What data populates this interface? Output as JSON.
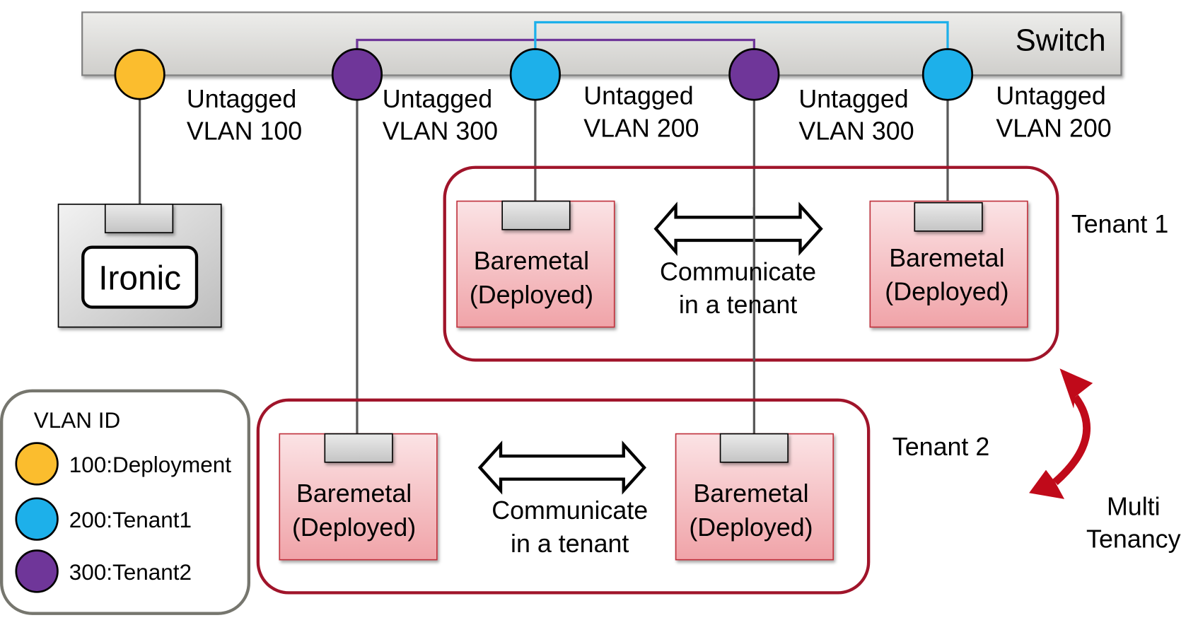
{
  "switch": {
    "label": "Switch",
    "ports": [
      {
        "vlan": 100,
        "mode": "Untagged",
        "label_line1": "Untagged",
        "label_line2": "VLAN 100",
        "color": "#FBBD2E"
      },
      {
        "vlan": 300,
        "mode": "Untagged",
        "label_line1": "Untagged",
        "label_line2": "VLAN 300",
        "color": "#6F3699"
      },
      {
        "vlan": 200,
        "mode": "Untagged",
        "label_line1": "Untagged",
        "label_line2": "VLAN 200",
        "color": "#1DB0EA"
      },
      {
        "vlan": 300,
        "mode": "Untagged",
        "label_line1": "Untagged",
        "label_line2": "VLAN 300",
        "color": "#6F3699"
      },
      {
        "vlan": 200,
        "mode": "Untagged",
        "label_line1": "Untagged",
        "label_line2": "VLAN 200",
        "color": "#1DB0EA"
      }
    ]
  },
  "ironic": {
    "label": "Ironic"
  },
  "tenants": [
    {
      "label": "Tenant 1",
      "nodes": [
        {
          "line1": "Baremetal",
          "line2": "(Deployed)"
        },
        {
          "line1": "Baremetal",
          "line2": "(Deployed)"
        }
      ],
      "arrow_label_line1": "Communicate",
      "arrow_label_line2": "in a tenant"
    },
    {
      "label": "Tenant 2",
      "nodes": [
        {
          "line1": "Baremetal",
          "line2": "(Deployed)"
        },
        {
          "line1": "Baremetal",
          "line2": "(Deployed)"
        }
      ],
      "arrow_label_line1": "Communicate",
      "arrow_label_line2": "in a tenant"
    }
  ],
  "multi_tenancy": {
    "line1": "Multi",
    "line2": "Tenancy"
  },
  "legend": {
    "title": "VLAN ID",
    "items": [
      {
        "label": "100:Deployment",
        "color": "#FBBD2E"
      },
      {
        "label": "200:Tenant1",
        "color": "#1DB0EA"
      },
      {
        "label": "300:Tenant2",
        "color": "#6F3699"
      }
    ]
  },
  "colors": {
    "tenant_border": "#A0142A",
    "node_fill_top": "#FBE3E5",
    "node_fill_bottom": "#F0A3A8",
    "multi_arrow": "#C00A1A",
    "link": "#595959"
  }
}
